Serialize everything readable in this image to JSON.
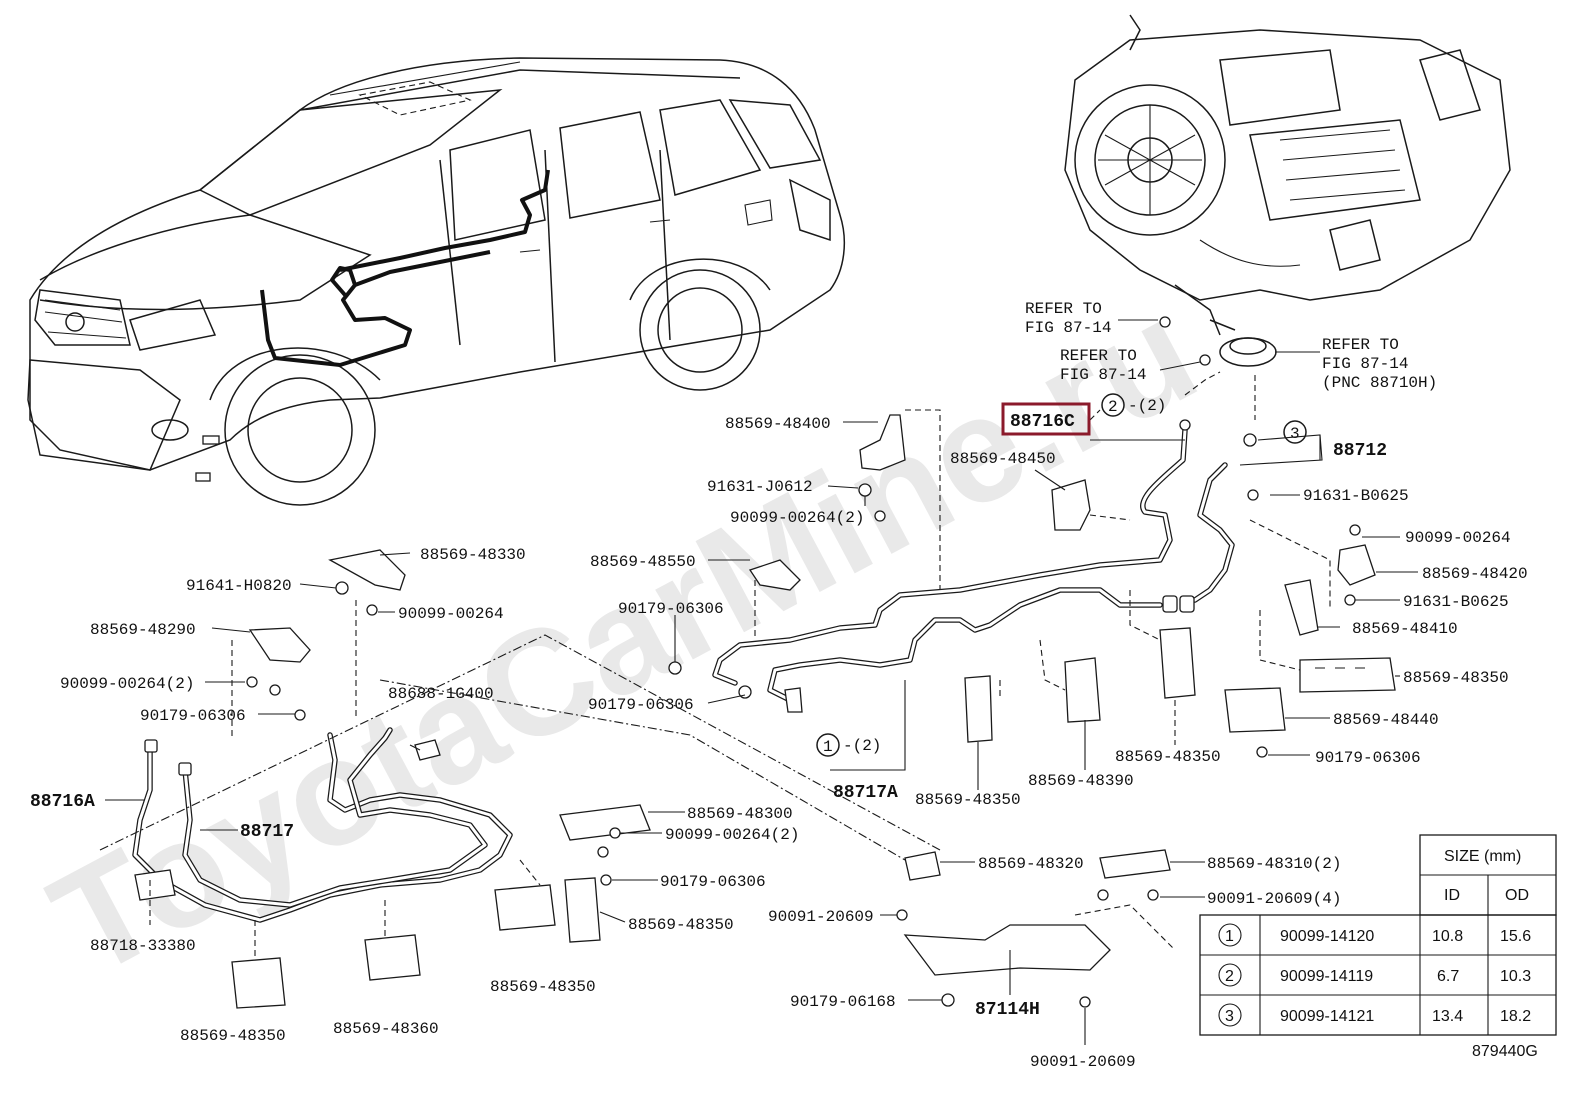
{
  "watermark": "ToyotaCarMine.ru",
  "highlight": {
    "label": "88716C",
    "color": "#8b1a2b"
  },
  "refer_notes": [
    {
      "id": "refer1",
      "line1": "REFER TO",
      "line2": "FIG 87-14",
      "line3": ""
    },
    {
      "id": "refer2",
      "line1": "REFER TO",
      "line2": "FIG 87-14",
      "line3": ""
    },
    {
      "id": "refer3",
      "line1": "REFER TO",
      "line2": "FIG 87-14",
      "line3": "(PNC 88710H)"
    }
  ],
  "callouts": {
    "c2": {
      "num": "2",
      "qty": "-(2)"
    },
    "c3": {
      "num": "3"
    },
    "c1": {
      "num": "1",
      "qty": "-(2)"
    }
  },
  "labels": {
    "p88569_48400": "88569-48400",
    "p91631_J0612": "91631-J0612",
    "p90099_00264_2a": "90099-00264(2)",
    "p88569_48450": "88569-48450",
    "p88712": "88712",
    "p91631_B0625a": "91631-B0625",
    "p90099_00264a": "90099-00264",
    "p88569_48420": "88569-48420",
    "p91631_B0625b": "91631-B0625",
    "p88569_48410": "88569-48410",
    "p88569_48350a": "88569-48350",
    "p88569_48440": "88569-48440",
    "p90179_06306a": "90179-06306",
    "p88569_48350b": "88569-48350",
    "p88569_48390": "88569-48390",
    "p88569_48350c": "88569-48350",
    "p88717A": "88717A",
    "p88569_48550": "88569-48550",
    "p90179_06306b": "90179-06306",
    "p90179_06306c": "90179-06306",
    "p88569_48330": "88569-48330",
    "p91641_H0820": "91641-H0820",
    "p90099_00264b": "90099-00264",
    "p88569_48290": "88569-48290",
    "p90099_00264_2b": "90099-00264(2)",
    "p90179_06306d": "90179-06306",
    "p88688_1G400": "88688-1G400",
    "p88716A": "88716A",
    "p88717": "88717",
    "p88718_33380": "88718-33380",
    "p88569_48350d": "88569-48350",
    "p88569_48360": "88569-48360",
    "p88569_48350e": "88569-48350",
    "p88569_48350f": "88569-48350",
    "p88569_48300": "88569-48300",
    "p90099_00264_2c": "90099-00264(2)",
    "p90179_06306e": "90179-06306",
    "p88569_48320": "88569-48320",
    "p88569_48310": "88569-48310(2)",
    "p90091_20609a": "90091-20609(4)",
    "p90091_20609b": "90091-20609",
    "p90179_06168": "90179-06168",
    "p87114H": "87114H",
    "p90091_20609c": "90091-20609"
  },
  "size_table": {
    "title": "SIZE (mm)",
    "headers": [
      "",
      "",
      "ID",
      "OD"
    ],
    "rows": [
      {
        "num": "1",
        "part": "90099-14120",
        "id": "10.8",
        "od": "15.6"
      },
      {
        "num": "2",
        "part": "90099-14119",
        "id": "6.7",
        "od": "10.3"
      },
      {
        "num": "3",
        "part": "90099-14121",
        "id": "13.4",
        "od": "18.2"
      }
    ]
  },
  "figure_id": "879440G"
}
